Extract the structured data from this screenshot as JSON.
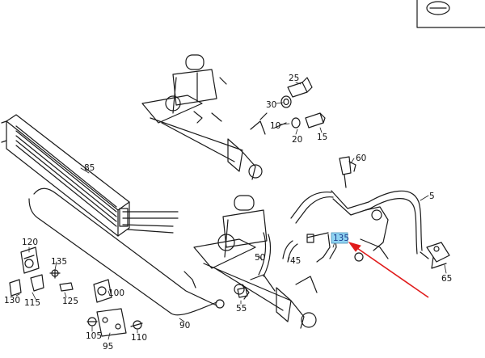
{
  "diagram": {
    "highlighted_part": "135",
    "callouts": {
      "c25": "25",
      "c30": "30",
      "c10": "10",
      "c20": "20",
      "c15": "15",
      "c85": "85",
      "c60": "60",
      "c5": "5",
      "c120": "120",
      "c135a": "135",
      "c130": "130",
      "c115": "115",
      "c125": "125",
      "c100": "100",
      "c50": "50",
      "c45": "45",
      "c135b": "135",
      "c65": "65",
      "c55": "55",
      "c90": "90",
      "c105": "105",
      "c110": "110",
      "c95": "95"
    },
    "colors": {
      "line": "#1a1a1a",
      "highlight": "#8fd3f2",
      "arrow": "#e01b1b",
      "background": "#ffffff"
    }
  }
}
